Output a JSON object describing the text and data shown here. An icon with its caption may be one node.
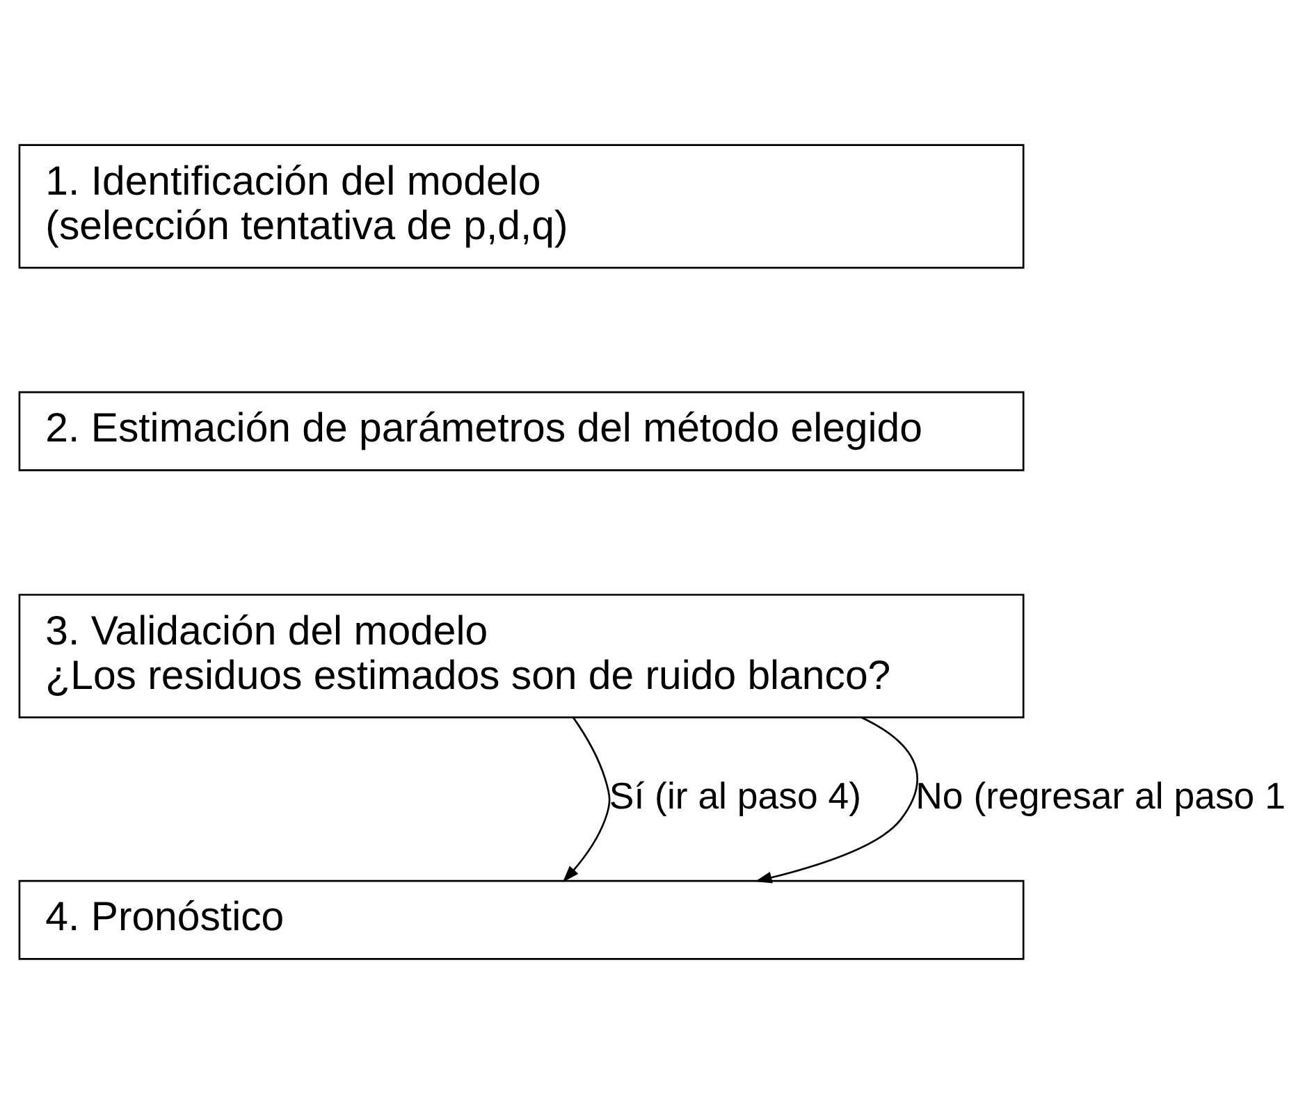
{
  "diagram": {
    "nodes": [
      {
        "text": [
          "1. Identificación del modelo",
          "(selección tentativa de p,d,q)"
        ]
      },
      {
        "text": [
          "2. Estimación de parámetros del método elegido"
        ]
      },
      {
        "text": [
          "3. Validación del modelo",
          "¿Los residuos estimados son de ruido blanco?"
        ]
      },
      {
        "text": [
          "4. Pronóstico"
        ]
      }
    ],
    "edges": [
      {
        "from": 2,
        "to": 3,
        "arrow": "to",
        "label": "Sí (ir al paso 4)"
      },
      {
        "from": 2,
        "to": 3,
        "arrow": "to",
        "label": "No (regresar al paso 1"
      }
    ]
  }
}
